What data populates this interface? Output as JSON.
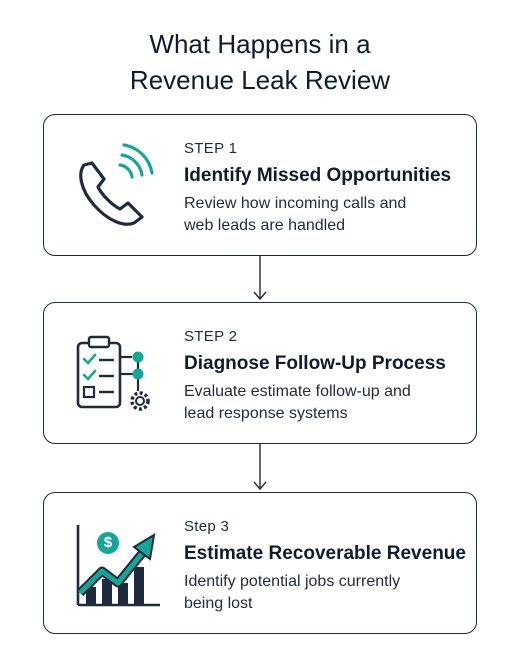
{
  "header": {
    "title_line1": "What Happens in a",
    "title_line2": "Revenue Leak Review"
  },
  "steps": [
    {
      "label": "STEP 1",
      "title": "Identify Missed Opportunities",
      "desc_line1": "Review how incoming calls and",
      "desc_line2": "web leads are handled",
      "icon": "phone-ringing-icon"
    },
    {
      "label": "STEP 2",
      "title": "Diagnose Follow-Up Process",
      "desc_line1": "Evaluate estimate follow-up and",
      "desc_line2": "lead response systems",
      "icon": "checklist-flow-icon"
    },
    {
      "label": "Step 3",
      "title": "Estimate Recoverable Revenue",
      "desc_line1": "Identify potential jobs currently",
      "desc_line2": "being lost",
      "icon": "growth-chart-icon"
    }
  ],
  "icon_symbols": {
    "dollar": "$"
  },
  "colors": {
    "navy": "#1e2a3e",
    "teal": "#16a596",
    "background": "#ffffff"
  }
}
